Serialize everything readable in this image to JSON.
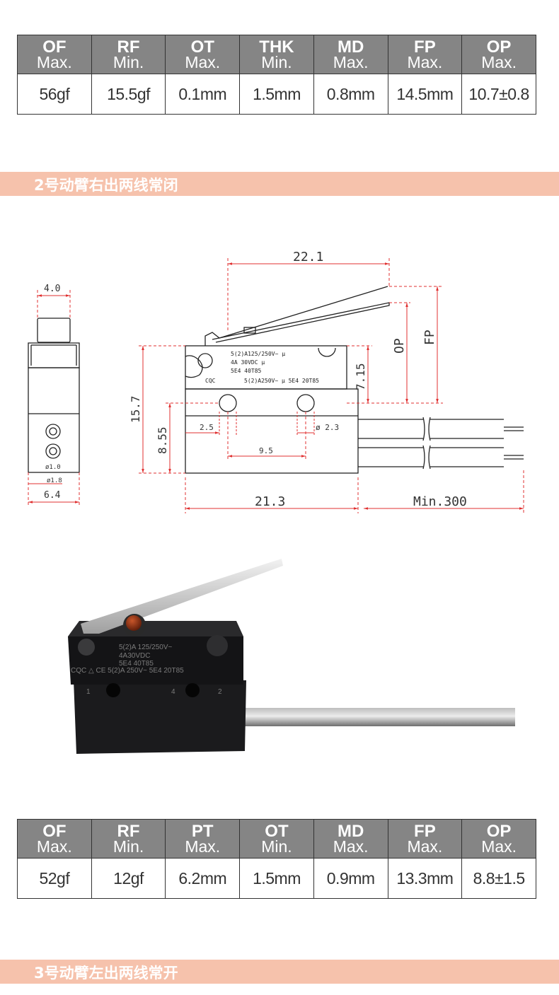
{
  "table1": {
    "headers": [
      {
        "code": "OF",
        "qual": "Max."
      },
      {
        "code": "RF",
        "qual": "Min."
      },
      {
        "code": "OT",
        "qual": "Max."
      },
      {
        "code": "THK",
        "qual": "Min."
      },
      {
        "code": "MD",
        "qual": "Max."
      },
      {
        "code": "FP",
        "qual": "Max."
      },
      {
        "code": "OP",
        "qual": "Max."
      }
    ],
    "values": [
      "56gf",
      "15.5gf",
      "0.1mm",
      "1.5mm",
      "0.8mm",
      "14.5mm",
      "10.7±0.8"
    ]
  },
  "section2": {
    "title": "2号动臂右出两线常闭"
  },
  "drawing": {
    "dims": {
      "top_width": "4.0",
      "bottom_width": "6.4",
      "hole_inner": "ø1.0",
      "hole_outer": "ø1.8",
      "length_lever": "22.1",
      "op": "OP",
      "fp": "FP",
      "height_total": "15.7",
      "height_lower": "8.55",
      "height_upper": "7.15",
      "hole_offset": "2.5",
      "hole_dia": "ø 2.3",
      "hole_pitch": "9.5",
      "body_length": "21.3",
      "cable_length": "Min.300"
    },
    "markings": {
      "line1": "5(2)A125/250V~ μ",
      "line2": "4A 30VDC μ",
      "line3": "5E4 40T85",
      "line4": "CQC",
      "line5": "5(2)A250V~ μ 5E4 20T85"
    }
  },
  "photo": {
    "markings": {
      "line1": "5(2)A 125/250V~",
      "line2": "4A30VDC",
      "line3": "5E4 40T85",
      "line4": "CQC △ CE 5(2)A 250V~ 5E4 20T85",
      "pin1": "1",
      "pin4": "4",
      "pin2": "2"
    }
  },
  "table2": {
    "headers": [
      {
        "code": "OF",
        "qual": "Max."
      },
      {
        "code": "RF",
        "qual": "Min."
      },
      {
        "code": "PT",
        "qual": "Max."
      },
      {
        "code": "OT",
        "qual": "Min."
      },
      {
        "code": "MD",
        "qual": "Max."
      },
      {
        "code": "FP",
        "qual": "Max."
      },
      {
        "code": "OP",
        "qual": "Max."
      }
    ],
    "values": [
      "52gf",
      "12gf",
      "6.2mm",
      "1.5mm",
      "0.9mm",
      "13.3mm",
      "8.8±1.5"
    ]
  },
  "section3": {
    "title": "3号动臂左出两线常开"
  },
  "colors": {
    "header_bg": "#858585",
    "banner_bg": "#f6c2ac",
    "dim_red": "#e03030"
  }
}
